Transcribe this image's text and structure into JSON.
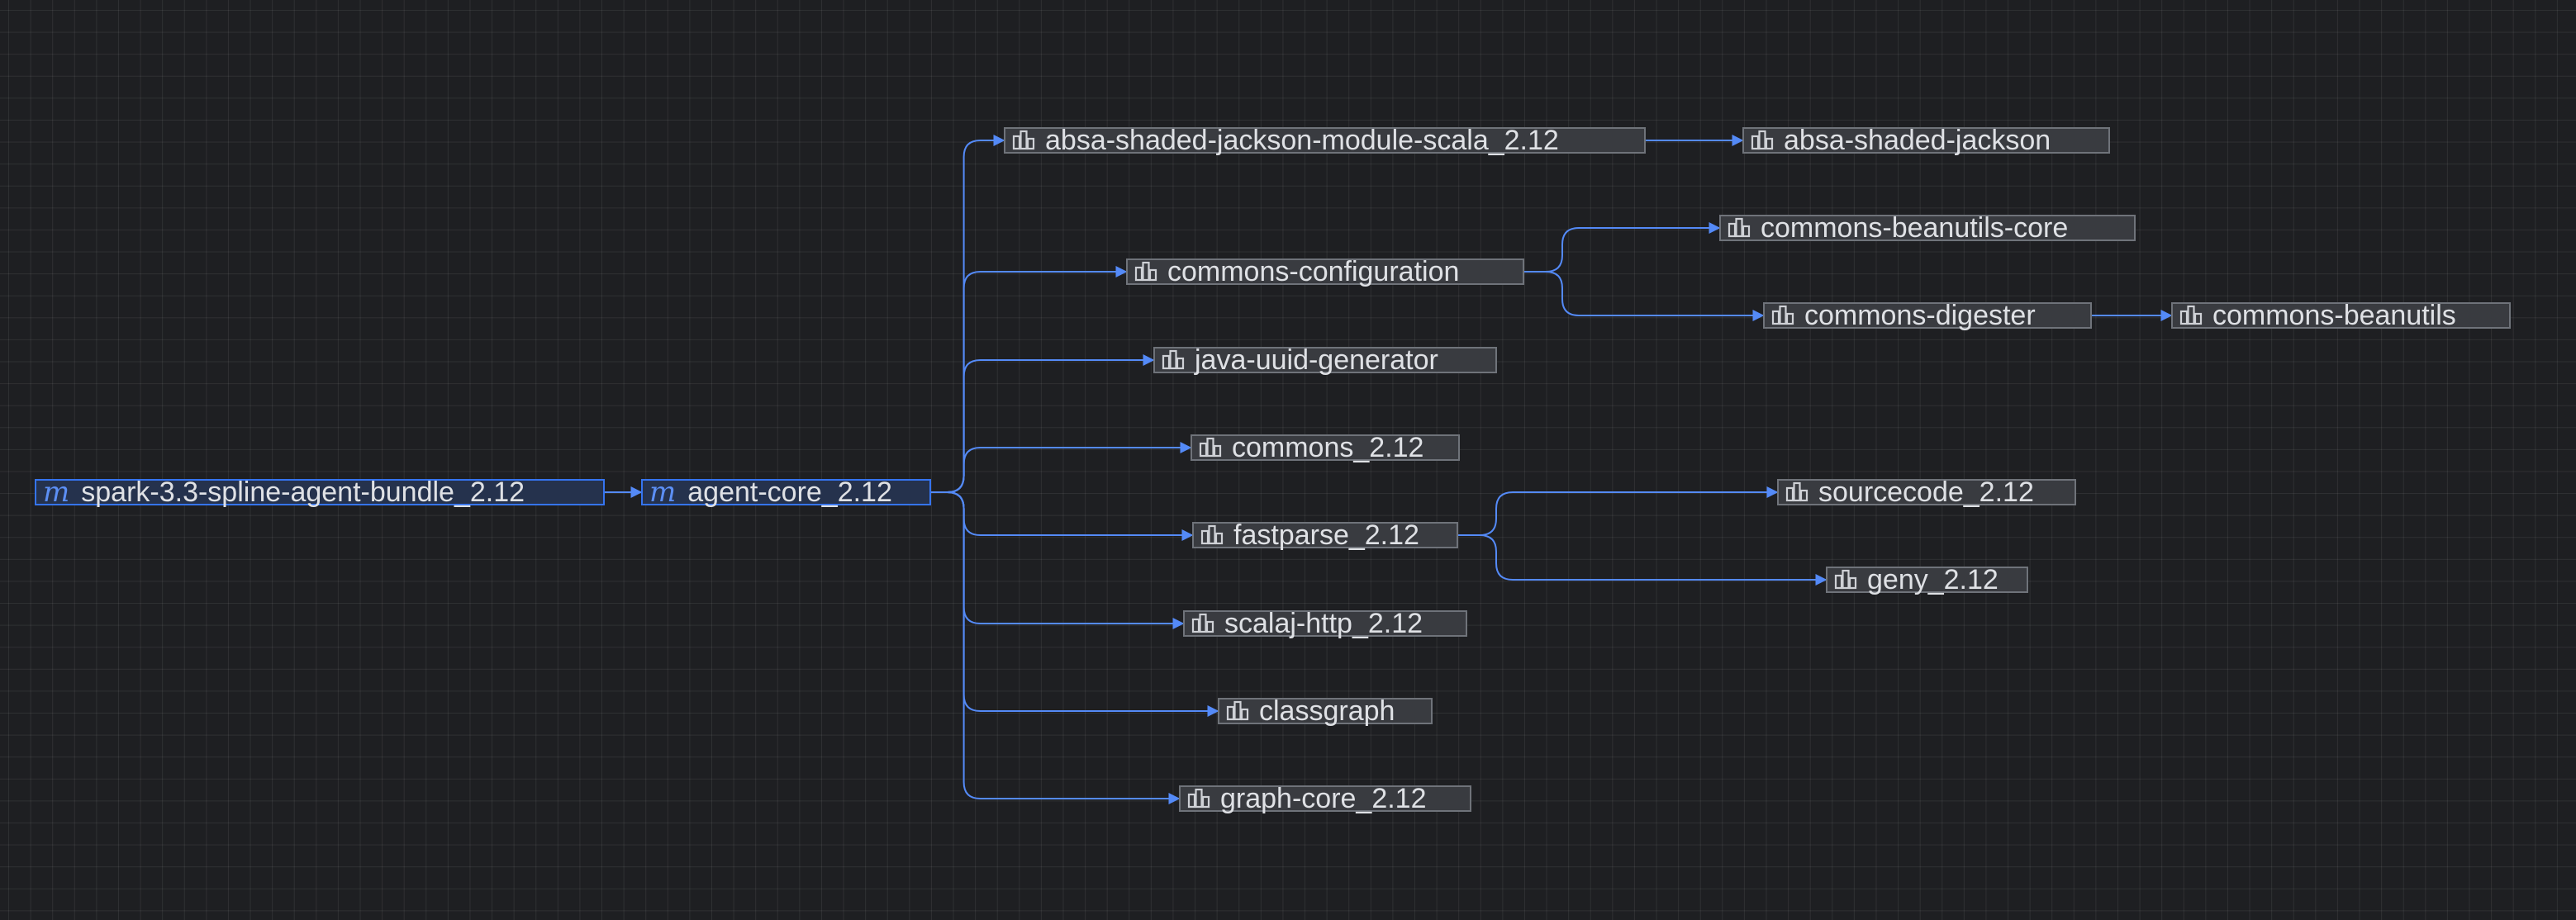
{
  "diagram": {
    "accent_color": "#548af7",
    "module_icon_glyph": "m",
    "icons": {
      "module": "module-m-icon",
      "library": "library-icon"
    },
    "nodes": [
      {
        "id": "bundle",
        "label": "spark-3.3-spline-agent-bundle_2.12",
        "kind": "module"
      },
      {
        "id": "core",
        "label": "agent-core_2.12",
        "kind": "module"
      },
      {
        "id": "jackson_scala",
        "label": "absa-shaded-jackson-module-scala_2.12",
        "kind": "library"
      },
      {
        "id": "jackson",
        "label": "absa-shaded-jackson",
        "kind": "library"
      },
      {
        "id": "config",
        "label": "commons-configuration",
        "kind": "library"
      },
      {
        "id": "beanutils_core",
        "label": "commons-beanutils-core",
        "kind": "library"
      },
      {
        "id": "digester",
        "label": "commons-digester",
        "kind": "library"
      },
      {
        "id": "beanutils",
        "label": "commons-beanutils",
        "kind": "library"
      },
      {
        "id": "uuid",
        "label": "java-uuid-generator",
        "kind": "library"
      },
      {
        "id": "commons",
        "label": "commons_2.12",
        "kind": "library"
      },
      {
        "id": "fastparse",
        "label": "fastparse_2.12",
        "kind": "library"
      },
      {
        "id": "sourcecode",
        "label": "sourcecode_2.12",
        "kind": "library"
      },
      {
        "id": "geny",
        "label": "geny_2.12",
        "kind": "library"
      },
      {
        "id": "scalaj",
        "label": "scalaj-http_2.12",
        "kind": "library"
      },
      {
        "id": "classgraph",
        "label": "classgraph",
        "kind": "library"
      },
      {
        "id": "graphcore",
        "label": "graph-core_2.12",
        "kind": "library"
      }
    ],
    "edges": [
      [
        "bundle",
        "core"
      ],
      [
        "core",
        "jackson_scala"
      ],
      [
        "core",
        "config"
      ],
      [
        "core",
        "uuid"
      ],
      [
        "core",
        "commons"
      ],
      [
        "core",
        "fastparse"
      ],
      [
        "core",
        "scalaj"
      ],
      [
        "core",
        "classgraph"
      ],
      [
        "core",
        "graphcore"
      ],
      [
        "jackson_scala",
        "jackson"
      ],
      [
        "config",
        "beanutils_core"
      ],
      [
        "config",
        "digester"
      ],
      [
        "digester",
        "beanutils"
      ],
      [
        "fastparse",
        "sourcecode"
      ],
      [
        "fastparse",
        "geny"
      ]
    ]
  }
}
